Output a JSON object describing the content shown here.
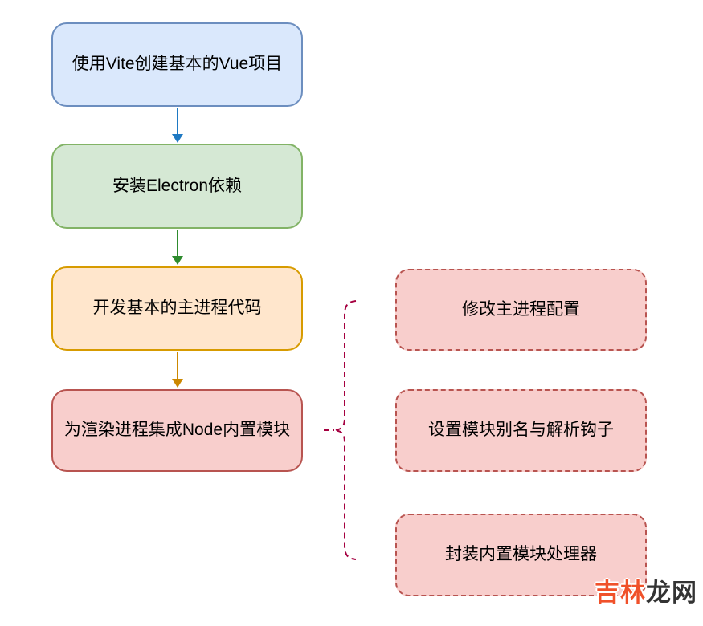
{
  "flow": {
    "steps": [
      {
        "id": "create-vue-project",
        "label": "使用Vite创建基本的Vue项目",
        "fill": "#dae8fc",
        "border": "#6c8ebf"
      },
      {
        "id": "install-electron",
        "label": "安装Electron依赖",
        "fill": "#d5e8d4",
        "border": "#82b366"
      },
      {
        "id": "main-process-code",
        "label": "开发基本的主进程代码",
        "fill": "#ffe6cc",
        "border": "#d79b00"
      },
      {
        "id": "integrate-node-modules",
        "label": "为渲染进程集成Node内置模块",
        "fill": "#f8cecc",
        "border": "#b85450"
      }
    ],
    "substeps": [
      {
        "id": "modify-main-config",
        "label": "修改主进程配置",
        "fill": "#f8cecc",
        "border": "#b85450",
        "border_style": "dashed"
      },
      {
        "id": "module-alias-hooks",
        "label": "设置模块别名与解析钩子",
        "fill": "#f8cecc",
        "border": "#b85450",
        "border_style": "dashed"
      },
      {
        "id": "wrap-module-handler",
        "label": "封装内置模块处理器",
        "fill": "#f8cecc",
        "border": "#b85450",
        "border_style": "dashed"
      }
    ],
    "connectors": {
      "arrow_blue": "#1e79c3",
      "arrow_green": "#2e8b2e",
      "arrow_orange": "#cc8800",
      "brace_color": "#a50040",
      "brace_style": "dashed"
    }
  },
  "watermark": {
    "part1": "吉林",
    "part2": "龙网",
    "part1_color": "#f0512a",
    "part2_color": "#333333"
  }
}
